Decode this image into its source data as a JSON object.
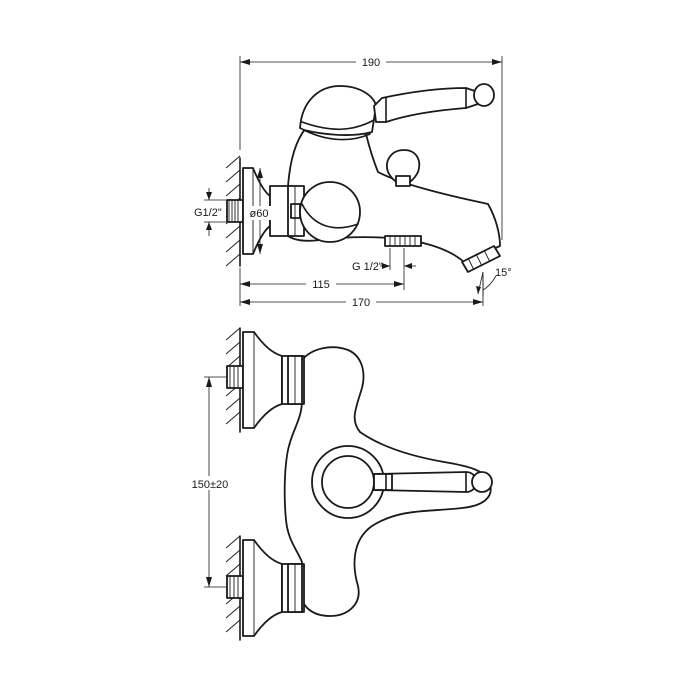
{
  "dimensions": {
    "overall_width": "190",
    "inlet_thread": "G1/2\"",
    "flange_diameter": "ø60",
    "spout_outlet_thread": "G 1/2\"",
    "outlet_offset": "115",
    "spout_length": "170",
    "spout_angle": "15°",
    "centers_distance": "150±20"
  },
  "colors": {
    "line": "#1a1a1a",
    "background": "#ffffff"
  }
}
